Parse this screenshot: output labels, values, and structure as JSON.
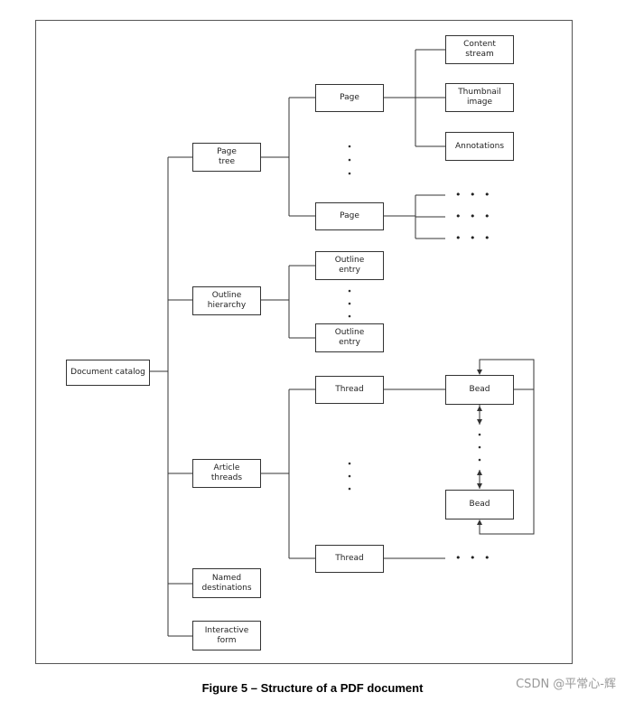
{
  "diagram": {
    "nodes": {
      "document_catalog": "Document catalog",
      "page_tree": "Page\ntree",
      "outline_hierarchy": "Outline\nhierarchy",
      "article_threads": "Article\nthreads",
      "named_destinations": "Named\ndestinations",
      "interactive_form": "Interactive\nform",
      "page_1": "Page",
      "page_2": "Page",
      "content_stream": "Content\nstream",
      "thumbnail_image": "Thumbnail\nimage",
      "annotations": "Annotations",
      "outline_entry_1": "Outline\nentry",
      "outline_entry_2": "Outline\nentry",
      "thread_1": "Thread",
      "thread_2": "Thread",
      "bead_1": "Bead",
      "bead_2": "Bead"
    },
    "ellipsis": "• • •"
  },
  "caption": "Figure 5 –  Structure of a PDF document",
  "watermark": "CSDN @平常心-辉"
}
